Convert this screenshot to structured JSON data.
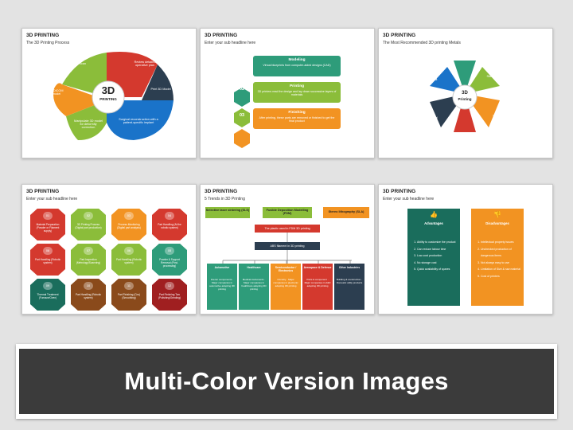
{
  "colors": {
    "orange": "#f29322",
    "red": "#d4392e",
    "navy": "#2c3e50",
    "blue": "#1a73c9",
    "green": "#2e9c7a",
    "lime": "#8bbd3a",
    "gray": "#555555",
    "brown": "#8a4a1b",
    "darkred": "#a01f20",
    "teal": "#1a6d5c"
  },
  "slides": [
    {
      "title": "3D PRINTING",
      "subtitle": "The 3D Printing Process",
      "center": [
        "3D",
        "PRINTING"
      ],
      "labels": [
        "CT scan",
        "Review detailed operative plan",
        "Print 3D Model",
        "Surgical reconstruction with a patient-specific implant",
        "Manipulate 3D model for deformity correction",
        "Convert DICOM to 3D model"
      ]
    },
    {
      "title": "3D PRINTING",
      "subtitle": "Enter your sub headline here",
      "steps": [
        {
          "num": "01",
          "heading": "Modeling",
          "text": "Virtual blueprints from computer-aided designs (CAD)"
        },
        {
          "num": "02",
          "heading": "Printing",
          "text": "3D printers read the design and lay down successive layers of materials"
        },
        {
          "num": "03",
          "heading": "Finishing",
          "text": "After printing, these parts are removed or finished to get the final product"
        }
      ]
    },
    {
      "title": "3D PRINTING",
      "subtitle": "The Most Recommended 3D printing Metals",
      "center": [
        "3D",
        "Printing"
      ],
      "petals": [
        {
          "num": "01",
          "label": "Aluminium"
        },
        {
          "num": "02",
          "label": "Stainless Steel"
        },
        {
          "num": "03",
          "label": "Titanium"
        },
        {
          "num": "04",
          "label": "Maraging"
        },
        {
          "num": "05",
          "label": "Inconel"
        },
        {
          "num": "06",
          "label": "Cobalt"
        }
      ]
    },
    {
      "title": "3D PRINTING",
      "subtitle": "Enter your sub headline here",
      "cells": [
        {
          "num": "01",
          "text": "Material Preparation (Powder or Filament supply)"
        },
        {
          "num": "02",
          "text": "3D Printing Process (Digital part production)"
        },
        {
          "num": "03",
          "text": "Process Monitoring (Digital part analysis)"
        },
        {
          "num": "04",
          "text": "Part Handling (At the robotic system)"
        },
        {
          "num": "08",
          "text": "Part Handling (Robotic system)"
        },
        {
          "num": "07",
          "text": "Part Inspection (Metrology/Scanning)"
        },
        {
          "num": "06",
          "text": "Part Handling (Robotic system)"
        },
        {
          "num": "05",
          "text": "Powder & Support Removal (Post-processing)"
        },
        {
          "num": "09",
          "text": "Thermal Treatment (Furnace/Oven)"
        },
        {
          "num": "10",
          "text": "Part Handling (Robotic system)"
        },
        {
          "num": "11",
          "text": "Part Finishing (Cnc) (Smoothing)"
        },
        {
          "num": "12",
          "text": "Part Finishing Two (Polishing/Grinding)"
        }
      ]
    },
    {
      "title": "3D PRINTING",
      "subtitle": "5 Trends in 3D Printing",
      "top": [
        "Selective laser sintering (SLS)",
        "Fusible Deposition Modelling (FDM)",
        "Stereo lithography (SLA)"
      ],
      "mid1": "The plastic used in FDM 3D printing",
      "mid2": "ABS filament in 3D printing",
      "columns": [
        {
          "heading": "Automotive",
          "text": "Interior components · Major companies in automotive adopting 3D printing"
        },
        {
          "heading": "Healthcare",
          "text": "Medical instruments · Major companies in healthcare adopting 3D printing"
        },
        {
          "heading": "Semiconductor / Electronics",
          "text": "Circuitry · Major companies in electronic adopting 3D printing"
        },
        {
          "heading": "Aerospace & Defence",
          "text": "Parts & component · Major companies in A&D adopting 3D printing"
        },
        {
          "heading": "Other Industries",
          "text": "Building & construction · Domestic utility products"
        }
      ]
    },
    {
      "title": "3D PRINTING",
      "subtitle": "Enter your sub headline here",
      "advantages": {
        "heading": "Advantages",
        "items": [
          "Ability to customize the product",
          "Can reduce labour time",
          "Low-cost production",
          "No storage cost",
          "Quick availability of spares"
        ]
      },
      "disadvantages": {
        "heading": "Disadvantages",
        "items": [
          "Intellectual property issues",
          "Unchecked production of dangerous items",
          "Not always easy to use",
          "Limitation of Size & raw material",
          "Cost of printers"
        ]
      }
    }
  ],
  "banner": "Multi-Color Version Images"
}
